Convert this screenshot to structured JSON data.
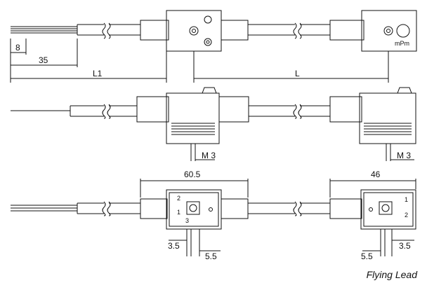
{
  "caption": "Flying Lead",
  "brand_mark": "mPm",
  "dimensions": {
    "top_8": "8",
    "top_35": "35",
    "top_L1": "L1",
    "top_L": "L",
    "mid_thread_left": "M 3",
    "mid_thread_right": "M 3",
    "bottom_width_left": "60.5",
    "bottom_width_right": "46",
    "bottom_left_a": "3.5",
    "bottom_left_b": "5.5",
    "bottom_right_a": "5.5",
    "bottom_right_b": "3.5"
  },
  "pin_labels": {
    "left": [
      "2",
      "1",
      "3"
    ],
    "right": [
      "1",
      "2"
    ]
  }
}
